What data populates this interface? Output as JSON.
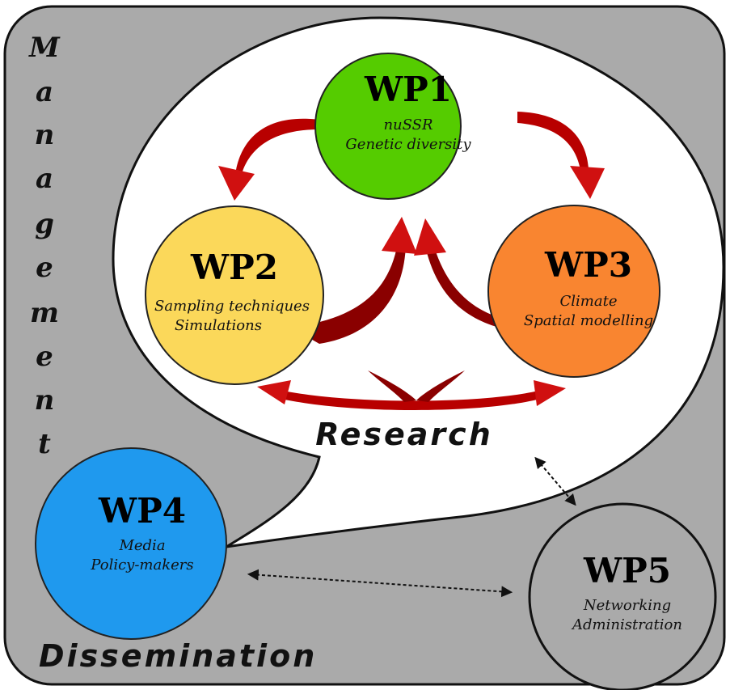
{
  "labels": {
    "management": [
      "M",
      "a",
      "n",
      "a",
      "g",
      "e",
      "m",
      "e",
      "n",
      "t"
    ],
    "research": "Research",
    "dissemination": "Dissemination"
  },
  "work_packages": [
    {
      "id": "WP1",
      "title": "WP1",
      "lines": [
        "nuSSR",
        "Genetic diversity"
      ],
      "color": "#55cc00"
    },
    {
      "id": "WP2",
      "title": "WP2",
      "lines": [
        "Sampling techniques",
        "Simulations"
      ],
      "color": "#fbd85a"
    },
    {
      "id": "WP3",
      "title": "WP3",
      "lines": [
        "Climate",
        "Spatial modelling"
      ],
      "color": "#f98530"
    },
    {
      "id": "WP4",
      "title": "WP4",
      "lines": [
        "Media",
        "Policy-makers"
      ],
      "color": "#1f99ee"
    },
    {
      "id": "WP5",
      "title": "WP5",
      "lines": [
        "Networking",
        "Administration"
      ],
      "color": "#aaaaaa"
    }
  ],
  "colors": {
    "background_panel": "#aaaaaa",
    "arrow_red": "#d01010",
    "arrow_dark": "#7a0000",
    "outline": "#111111"
  }
}
